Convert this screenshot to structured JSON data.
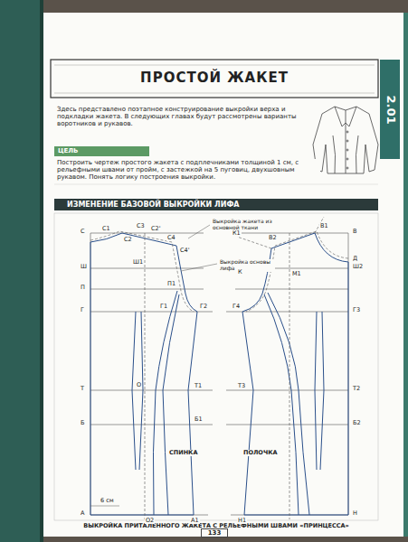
{
  "diagram": {
    "title": "ПРОСТОЙ ЖАКЕТ",
    "caption": "ВЫКРОЙКА ПРИТАЛЕННОГО ЖАКЕТА С РЕЛЬЕФНЫМИ ШВАМИ «ПРИНЦЕССА»",
    "nodes": [
      {
        "text": [
          "2.01"
        ]
      },
      {
        "text": [
          "ЦЕЛЬ"
        ]
      },
      {
        "text": [
          "ИЗМЕНЕНИЕ БАЗОВОЙ ВЫКРОЙКИ ЛИФА"
        ]
      },
      {
        "text": [
          "133"
        ]
      }
    ],
    "labels": [
      "Здесь представлено поэтапное конструирование выкройки верха и подкладки жакета. В следующих главах будут рассмотрены варианты воротников и рукавов.",
      "Построить чертеж простого жакета с подплечниками толщиной 1 см, с рельефными швами от пройм, с застежкой на 5 пуговиц, двухшовным рукавом. Понять логику построения выкройки.",
      "Выкройка жакета из основной ткани",
      "Выкройка основы лифа",
      "С",
      "С1",
      "С2",
      "С3",
      "С2'",
      "С4",
      "С4'",
      "Ш",
      "Ш1",
      "П",
      "П1",
      "Г",
      "Г1",
      "Г2",
      "Т",
      "О",
      "Т1",
      "Б",
      "Б1",
      "А",
      "О2",
      "А1",
      "6 см",
      "В",
      "В1",
      "В2",
      "К1",
      "Д",
      "К",
      "М1",
      "Ш2",
      "Г3",
      "Г4",
      "Т2",
      "Т3",
      "Б2",
      "Н",
      "Н1",
      "СПИНКА",
      "ПОЛОЧКА"
    ]
  }
}
